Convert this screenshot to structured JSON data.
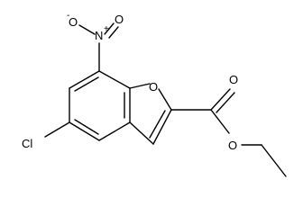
{
  "molecule": {
    "atoms": {
      "cl": "Cl",
      "o_furan": "O",
      "o_carbonyl": "O",
      "o_ester": "O",
      "o_nitro_minus": "O",
      "o_nitro_double": "O",
      "n_nitro": "N"
    },
    "charges": {
      "n_plus": "+",
      "o_minus": "-"
    }
  }
}
